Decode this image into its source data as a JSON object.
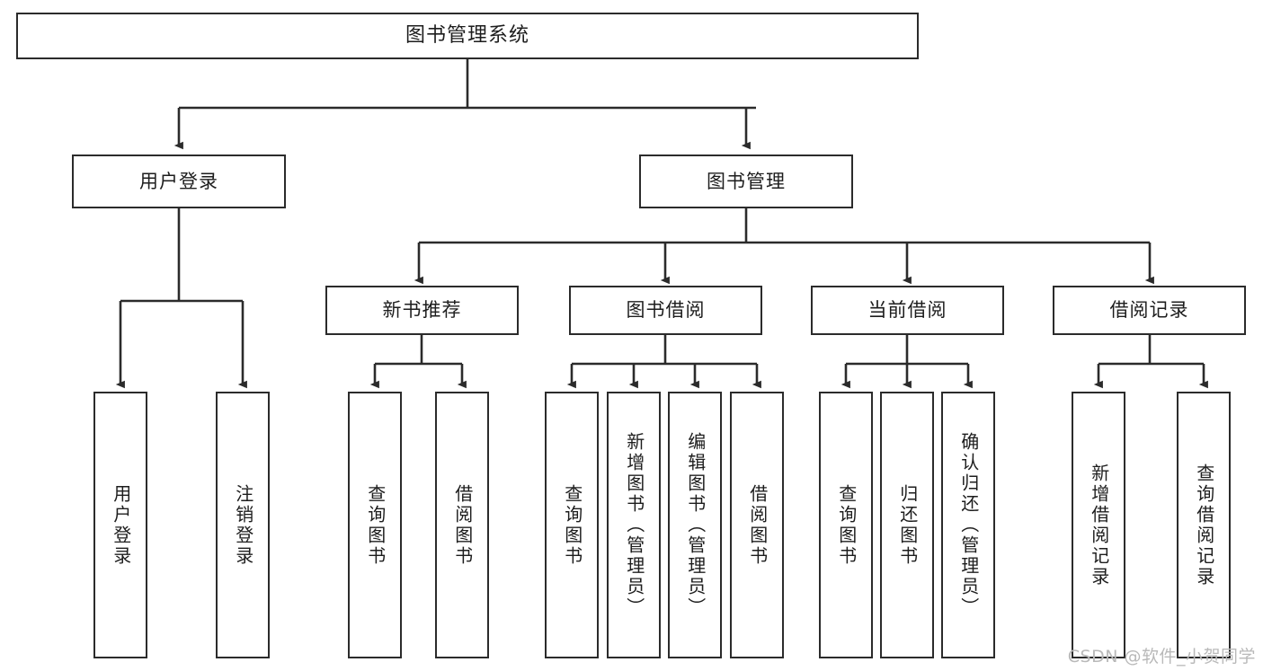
{
  "diagram": {
    "title": "图书管理系统",
    "watermark": "CSDN @软件_小贺同学",
    "line_color": "#2b2b2b",
    "box_fill": "#ffffff",
    "text_color": "#1d1d1d",
    "nodes": {
      "root": {
        "label": "图书管理系统"
      },
      "level1": [
        {
          "label": "用户登录"
        },
        {
          "label": "图书管理"
        }
      ],
      "level2": [
        {
          "label": "新书推荐"
        },
        {
          "label": "图书借阅"
        },
        {
          "label": "当前借阅"
        },
        {
          "label": "借阅记录"
        }
      ],
      "leaves": {
        "user_login": [
          {
            "label": "用户登录"
          },
          {
            "label": "注销登录"
          }
        ],
        "new_book_recommend": [
          {
            "label": "查询图书"
          },
          {
            "label": "借阅图书"
          }
        ],
        "book_borrow": [
          {
            "label": "查询图书"
          },
          {
            "label": "新增图书（管理员）"
          },
          {
            "label": "编辑图书（管理员）"
          },
          {
            "label": "借阅图书"
          }
        ],
        "current_borrow": [
          {
            "label": "查询图书"
          },
          {
            "label": "归还图书"
          },
          {
            "label": "确认归还（管理员）"
          }
        ],
        "borrow_record": [
          {
            "label": "新增借阅记录"
          },
          {
            "label": "查询借阅记录"
          }
        ]
      }
    }
  }
}
